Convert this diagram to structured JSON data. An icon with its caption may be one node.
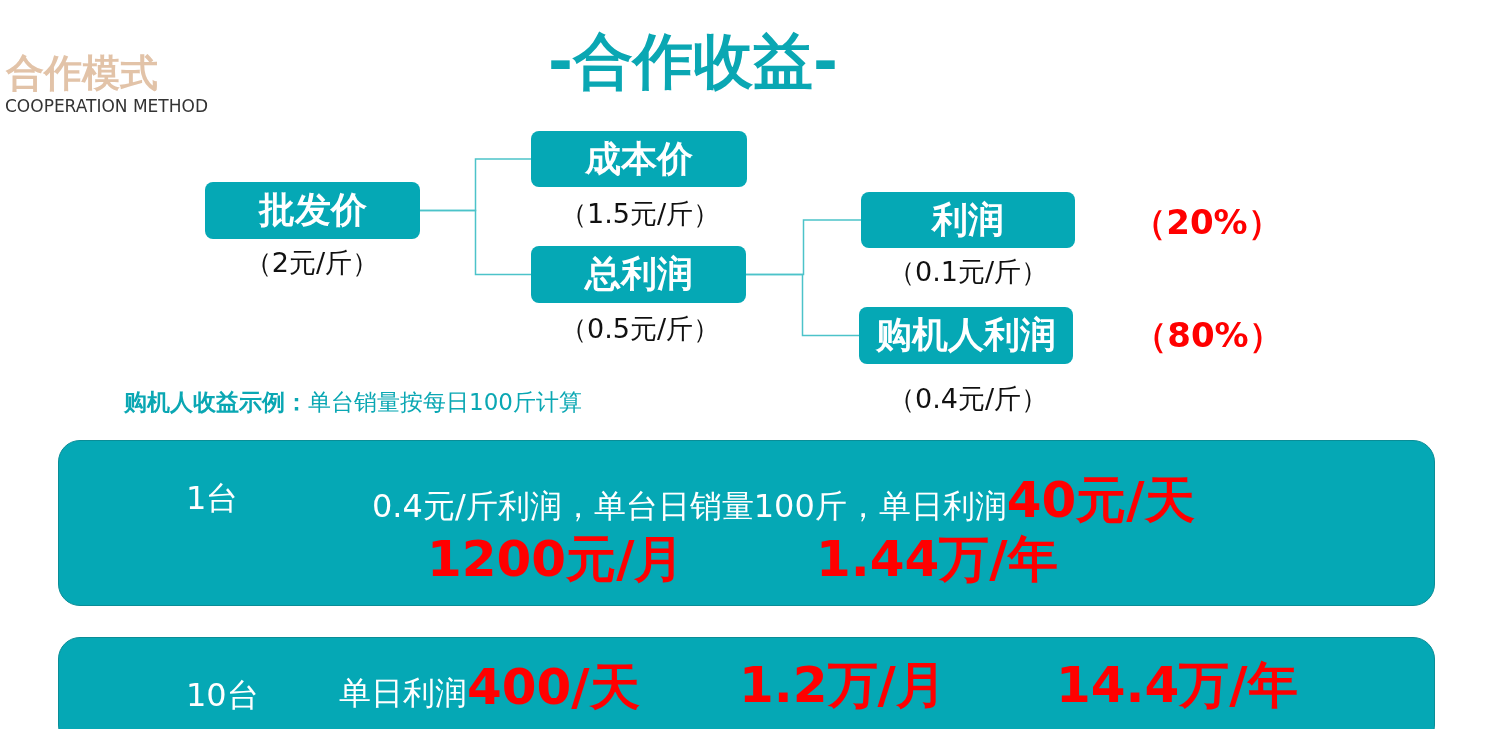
{
  "diagram": {
    "title": "-合作收益-",
    "nodes": [
      {
        "text": [
          "批发价"
        ],
        "beside": [
          "（2元/斤）"
        ]
      },
      {
        "text": [
          "成本价"
        ],
        "beside": [
          "（1.5元/斤）"
        ]
      },
      {
        "text": [
          "总利润"
        ],
        "beside": [
          "（0.5元/斤）"
        ]
      },
      {
        "text": [
          "利润"
        ],
        "beside": [
          "（0.1元/斤）",
          "（20%）"
        ]
      },
      {
        "text": [
          "购机人利润"
        ],
        "beside": [
          "（0.4元/斤）",
          "（80%）"
        ]
      },
      {
        "text": [
          "1台",
          "0.4元/斤利润，单台日销量100斤，单日利润**40元/天**",
          "1200元/月",
          "1.44万/年"
        ]
      },
      {
        "text": [
          "10台",
          "单日利润**400/天**",
          "1.2万/月",
          "14.4万/年"
        ]
      }
    ],
    "edges": [
      {
        "from": 0,
        "to": 1,
        "arrow": "none"
      },
      {
        "from": 0,
        "to": 2,
        "arrow": "none"
      },
      {
        "from": 2,
        "to": 3,
        "arrow": "none"
      },
      {
        "from": 2,
        "to": 4,
        "arrow": "none"
      }
    ],
    "labels": [
      "合作模式",
      "COOPERATION METHOD",
      "**购机人收益示例：**单台销量按每日100斤计算"
    ]
  }
}
